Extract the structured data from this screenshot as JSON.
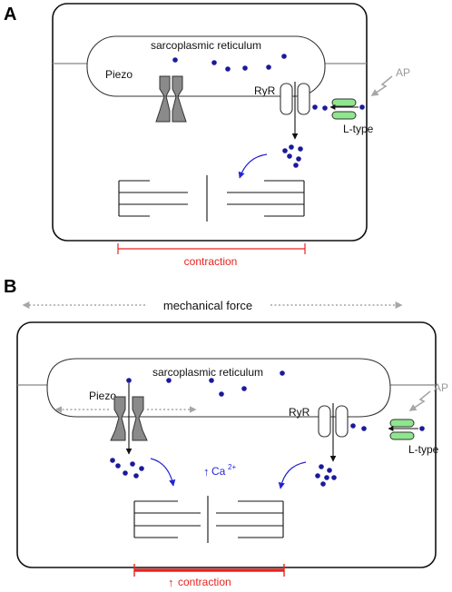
{
  "panel_a": {
    "letter": "A",
    "sr_label": "sarcoplasmic reticulum",
    "piezo_label": "Piezo",
    "ryr_label": "RyR",
    "ltype_label": "L-type",
    "ap_label": "AP",
    "contraction_label": "contraction"
  },
  "panel_b": {
    "letter": "B",
    "force_label": "mechanical force",
    "sr_label": "sarcoplasmic reticulum",
    "piezo_label": "Piezo",
    "ryr_label": "RyR",
    "ltype_label": "L-type",
    "ap_label": "AP",
    "ca_label": "Ca",
    "ca_superscript": "2+",
    "ca_arrow": "↑",
    "contraction_label": "contraction",
    "contraction_arrow": "↑"
  },
  "colors": {
    "calcium": "#1a1a9c",
    "piezo": "#808080",
    "ltype_channel": "#8ee68e",
    "contraction": "#e8231f",
    "force_arrows": "#a6a6a6",
    "flow_arrow": "#2424d6"
  }
}
